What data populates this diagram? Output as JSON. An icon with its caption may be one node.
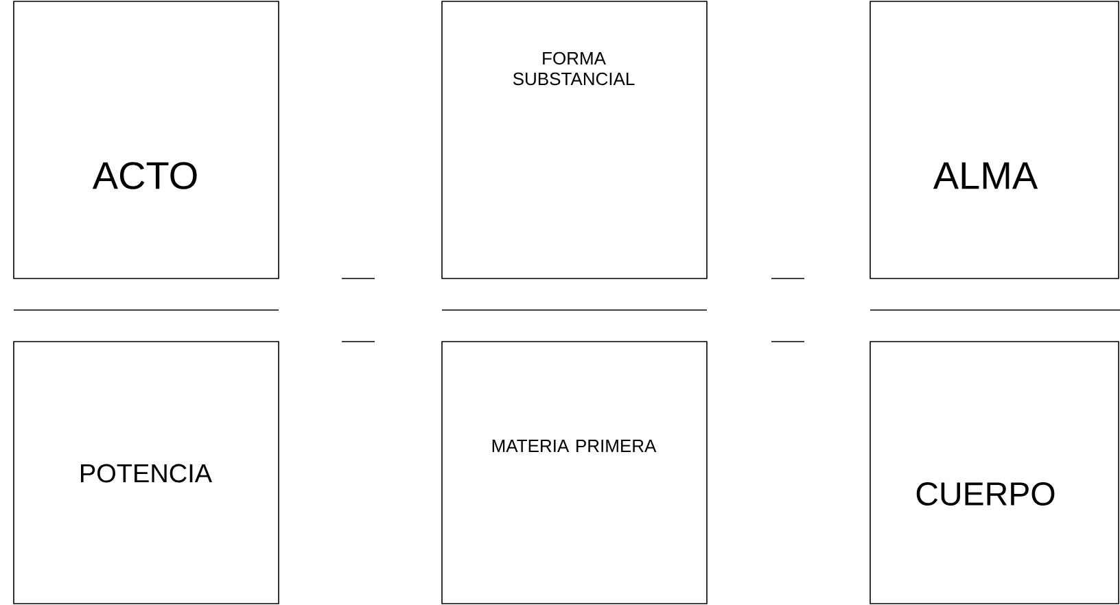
{
  "diagram": {
    "nodes": [
      {
        "text": [
          "ACTO"
        ]
      },
      {
        "text": [
          "FORMA SUBSTANCIAL"
        ]
      },
      {
        "text": [
          "ALMA"
        ]
      },
      {
        "text": [
          "POTENCIA"
        ]
      },
      {
        "text": [
          "MATERIA PRIMERA"
        ]
      },
      {
        "text": [
          "CUERPO"
        ]
      }
    ]
  }
}
